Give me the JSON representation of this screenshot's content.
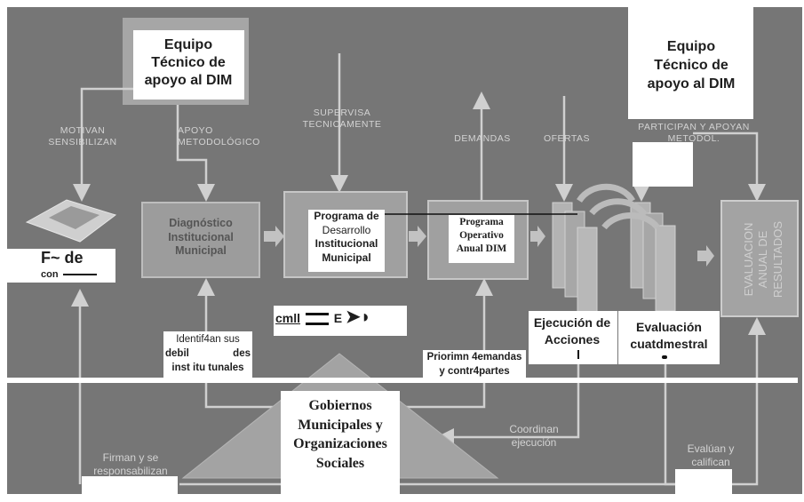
{
  "team_left": {
    "line1": "Equipo",
    "line2": "Técnico de",
    "line3": "apoyo al DIM"
  },
  "team_right": {
    "line1": "Equipo",
    "line2": "Técnico de",
    "line3": "apoyo al DIM"
  },
  "arrow_labels": {
    "motivan": [
      "MOTIVAN",
      "SENSIBILIZAN"
    ],
    "apoyo": [
      "APOYO",
      "METODOLÓGICO"
    ],
    "supervisa": [
      "SUPERVISA",
      "TECNICAMENTE"
    ],
    "demandas": "DEMANDAS",
    "ofertas": "OFERTAS",
    "participan": [
      "PARTICIPAN Y APOYAN",
      "METODOL."
    ]
  },
  "boxes": {
    "diagnostico": [
      "Diagnóstico",
      "Institucional",
      "Municipal"
    ],
    "programa_desarrollo": {
      "line1": "Programa de",
      "line2": "Desarrollo",
      "line3": "Institucional",
      "line4": "Municipal"
    },
    "programa_operativo": {
      "line1": "Programa",
      "line2": "Operativo",
      "line3": "Anual DIM"
    },
    "evaluacion_anual": [
      "EVALUACION",
      "ANUAL DE",
      "RESULTADOS"
    ]
  },
  "left_block": {
    "line1": "F~ de",
    "line2": "con"
  },
  "garbled": "cmll",
  "garbled_tail": "E",
  "steps": {
    "ejecucion": {
      "line1": "Ejecución de",
      "line2": "Acciones"
    },
    "evaluacion": {
      "line1": "Evaluación",
      "line2": "cuatdmestral"
    }
  },
  "identifican": {
    "line1": "Identif4an sus",
    "line2": "debil",
    "line2b": "des",
    "line3": "inst itu tunales"
  },
  "priorizan": {
    "line1": "Priorimn 4emandas",
    "line2": "y contr4partes"
  },
  "gobiernos": {
    "line1": "Gobiernos",
    "line2": "Municipales y",
    "line3": "Organizaciones",
    "line4": "Sociales"
  },
  "bottom_labels": {
    "firman": [
      "Firman y se",
      "responsabilizan"
    ],
    "coordinan": [
      "Coordinan",
      "ejecución"
    ],
    "evaluan": [
      "Evalúan y",
      "califican"
    ]
  },
  "colors": {
    "photo_bg": "#767676",
    "box_gray": "#a9a9a9",
    "light_gray": "#d3d3d3"
  }
}
